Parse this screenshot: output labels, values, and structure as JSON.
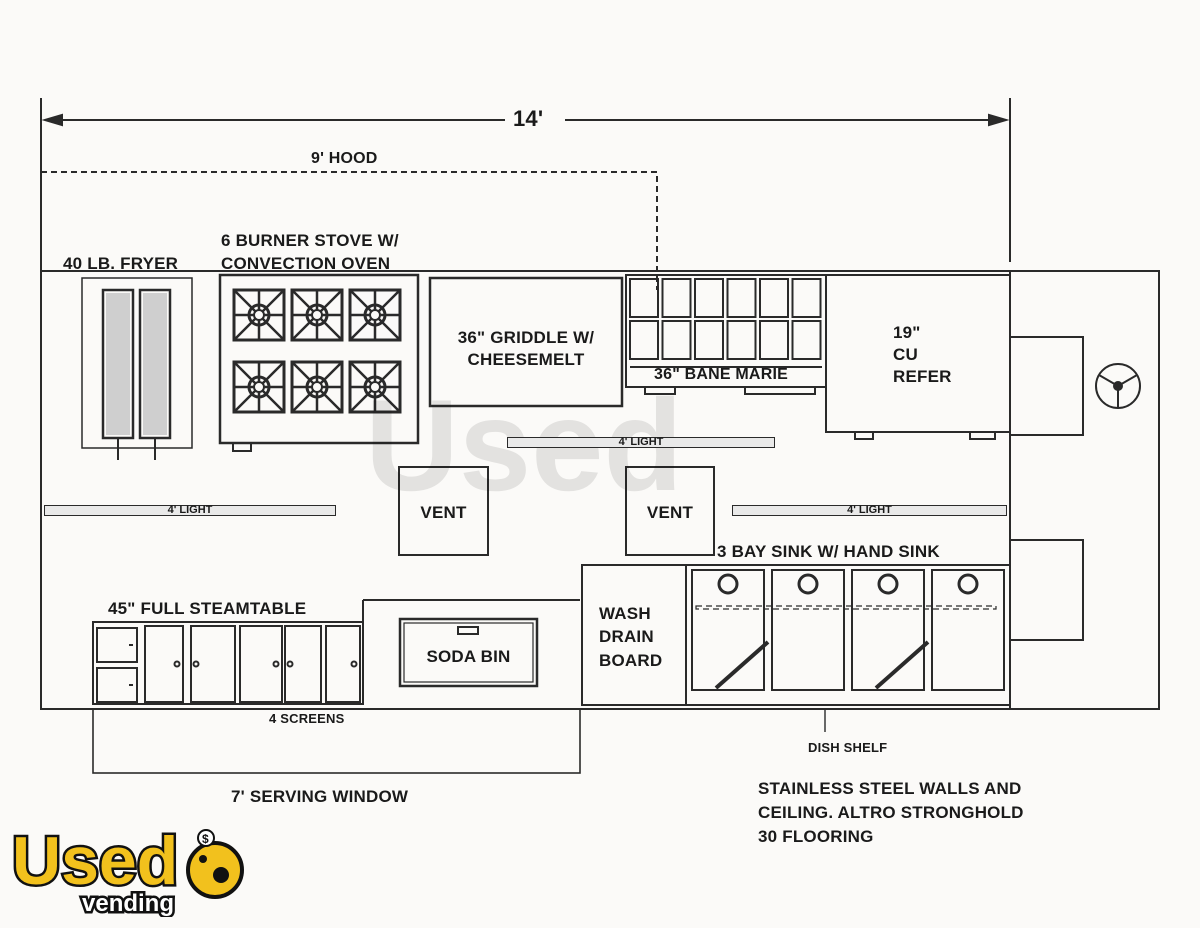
{
  "dimensions": {
    "overall_width": "14'",
    "hood": "9' HOOD"
  },
  "equipment": {
    "fryer": "40 LB. FRYER",
    "stove_line1": "6 BURNER STOVE W/",
    "stove_line2": "CONVECTION OVEN",
    "griddle_line1": "36\" GRIDDLE W/",
    "griddle_line2": "CHEESEMELT",
    "bane_marie": "36\" BANE MARIE",
    "refer_line1": "19\"",
    "refer_line2": "CU",
    "refer_line3": "REFER",
    "vent_left": "VENT",
    "vent_right": "VENT",
    "light_center": "4' LIGHT",
    "light_left": "4' LIGHT",
    "light_right": "4' LIGHT",
    "sink": "3 BAY SINK W/ HAND SINK",
    "steamtable": "45\" FULL STEAMTABLE",
    "soda_bin": "SODA BIN",
    "wash_line1": "WASH",
    "wash_line2": "DRAIN",
    "wash_line3": "BOARD",
    "screens": "4 SCREENS",
    "dish_shelf": "DISH SHELF",
    "serving_window": "7' SERVING WINDOW"
  },
  "notes": {
    "line1": "STAINLESS STEEL WALLS AND",
    "line2": "CEILING. ALTRO STRONGHOLD",
    "line3": "30 FLOORING"
  },
  "branding": {
    "logo_word": "Used",
    "logo_sub": "vending",
    "logo_color": "#f2c11d",
    "logo_outline": "#111111"
  },
  "colors": {
    "line": "#2a2a2a",
    "paper": "#fbfaf8"
  }
}
